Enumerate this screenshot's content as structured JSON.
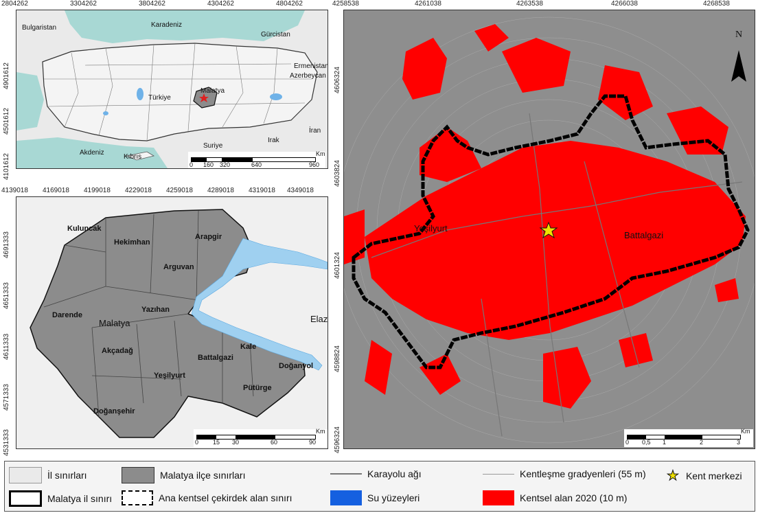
{
  "map_turkey": {
    "x_ticks": [
      "2804262",
      "3304262",
      "3804262",
      "4304262",
      "4804262"
    ],
    "y_ticks": [
      "4901612",
      "4501612",
      "4101612"
    ],
    "labels": {
      "bulgaristan": "Bulgaristan",
      "karadeniz": "Karadeniz",
      "gurcistan": "Gürcistan",
      "ermenistan": "Ermenistan",
      "azerbeycan": "Azerbeycan",
      "malatya": "Malatya",
      "turkiye": "Türkiye",
      "iran": "İran",
      "irak": "Irak",
      "suriye": "Suriye",
      "akdeniz": "Akdeniz",
      "kibris": "Kıbrıs"
    },
    "scale": {
      "unit": "Km",
      "ticks": [
        "0",
        "160",
        "320",
        "640",
        "960"
      ]
    }
  },
  "map_province": {
    "x_ticks": [
      "4139018",
      "4169018",
      "4199018",
      "4229018",
      "4259018",
      "4289018",
      "4319018",
      "4349018"
    ],
    "y_ticks": [
      "4691333",
      "4651333",
      "4611333",
      "4571333",
      "4531333"
    ],
    "districts": [
      "Kuluncak",
      "Hekimhan",
      "Arapgir",
      "Arguvan",
      "Yazıhan",
      "Darende",
      "Malatya",
      "Akçadağ",
      "Battalgazi",
      "Kale",
      "Yeşilyurt",
      "Doğanyol",
      "Pütürge",
      "Doğanşehir"
    ],
    "elazig": "Elazı",
    "scale": {
      "unit": "Km",
      "ticks": [
        "0",
        "15",
        "30",
        "60",
        "90"
      ]
    }
  },
  "map_city": {
    "x_ticks": [
      "4258538",
      "4261038",
      "4263538",
      "4266038",
      "4268538"
    ],
    "y_ticks": [
      "4606324",
      "4603824",
      "4601324",
      "4598824",
      "4596324"
    ],
    "labels": {
      "yesilyurt": "Yeşilyurt",
      "battalgazi": "Battalgazi"
    },
    "north": "N",
    "scale": {
      "unit": "Km",
      "ticks": [
        "0",
        "0,5",
        "1",
        "2",
        "3"
      ]
    }
  },
  "legend": {
    "il_sinirlari": "İl sınırları",
    "ilce_sinirlari": "Malatya ilçe sınırları",
    "karayolu": "Karayolu ağı",
    "gradyen": "Kentleşme gradyenleri (55 m)",
    "kent_merkezi": "Kent merkezi",
    "il_siniri": "Malatya il sınırı",
    "cekirdek": "Ana kentsel çekirdek alan sınırı",
    "su": "Su yüzeyleri",
    "kentsel": "Kentsel alan 2020 (10 m)"
  },
  "colors": {
    "urban": "#ff0000",
    "water": "#2a6fe0",
    "district_fill": "#8c8c8c",
    "sea": "#a8d8d4"
  }
}
